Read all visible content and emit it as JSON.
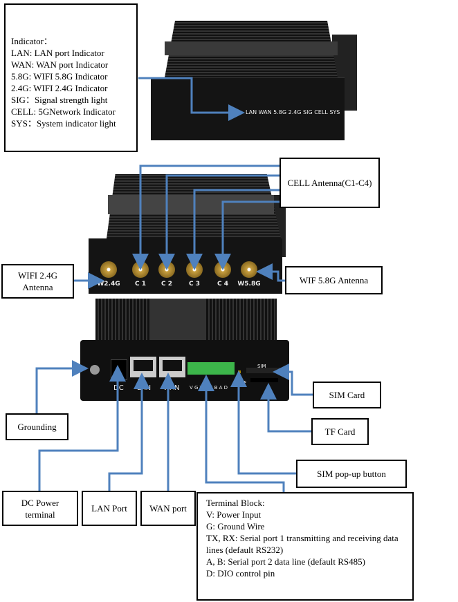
{
  "indicator_box": {
    "title": "Indicator：",
    "lines": [
      "LAN: LAN port Indicator",
      "WAN: WAN port Indicator",
      "5.8G: WIFI 5.8G Indicator",
      "2.4G: WIFI 2.4G Indicator",
      "SIG：Signal strength light",
      "CELL: 5GNetwork Indicator",
      "SYS：System indicator light"
    ]
  },
  "top_device": {
    "led_labels": "LAN WAN 5.8G 2.4G  SIG  CELL SYS"
  },
  "antenna_device": {
    "ports": [
      "W2.4G",
      "C 1",
      "C 2",
      "C 3",
      "C 4",
      "W5.8G"
    ]
  },
  "rear_device": {
    "dc": "DC",
    "lan": "LAN",
    "wan": "WAN",
    "terminal": "V G TXRX B A D",
    "tf": "TF",
    "sim": "SIM"
  },
  "callouts": {
    "cell_antenna": "CELL Antenna(C1-C4)",
    "wifi24": "WIFI 2.4G Antenna",
    "wifi58": "WIF 5.8G Antenna",
    "sim_card": "SIM Card",
    "grounding": "Grounding",
    "tf_card": "TF Card",
    "sim_popup": "SIM pop-up button",
    "dc_power": "DC Power terminal",
    "lan_port": "LAN Port",
    "wan_port": "WAN port"
  },
  "terminal_box": {
    "title": "Terminal Block:",
    "lines": [
      "V: Power Input",
      "G: Ground Wire",
      "TX, RX: Serial port 1 transmitting and receiving data lines (default RS232)",
      "A, B: Serial port 2 data line (default RS485)",
      "D: DIO control pin"
    ]
  },
  "colors": {
    "line": "#4f81bd",
    "device": "#1a1a1a"
  }
}
